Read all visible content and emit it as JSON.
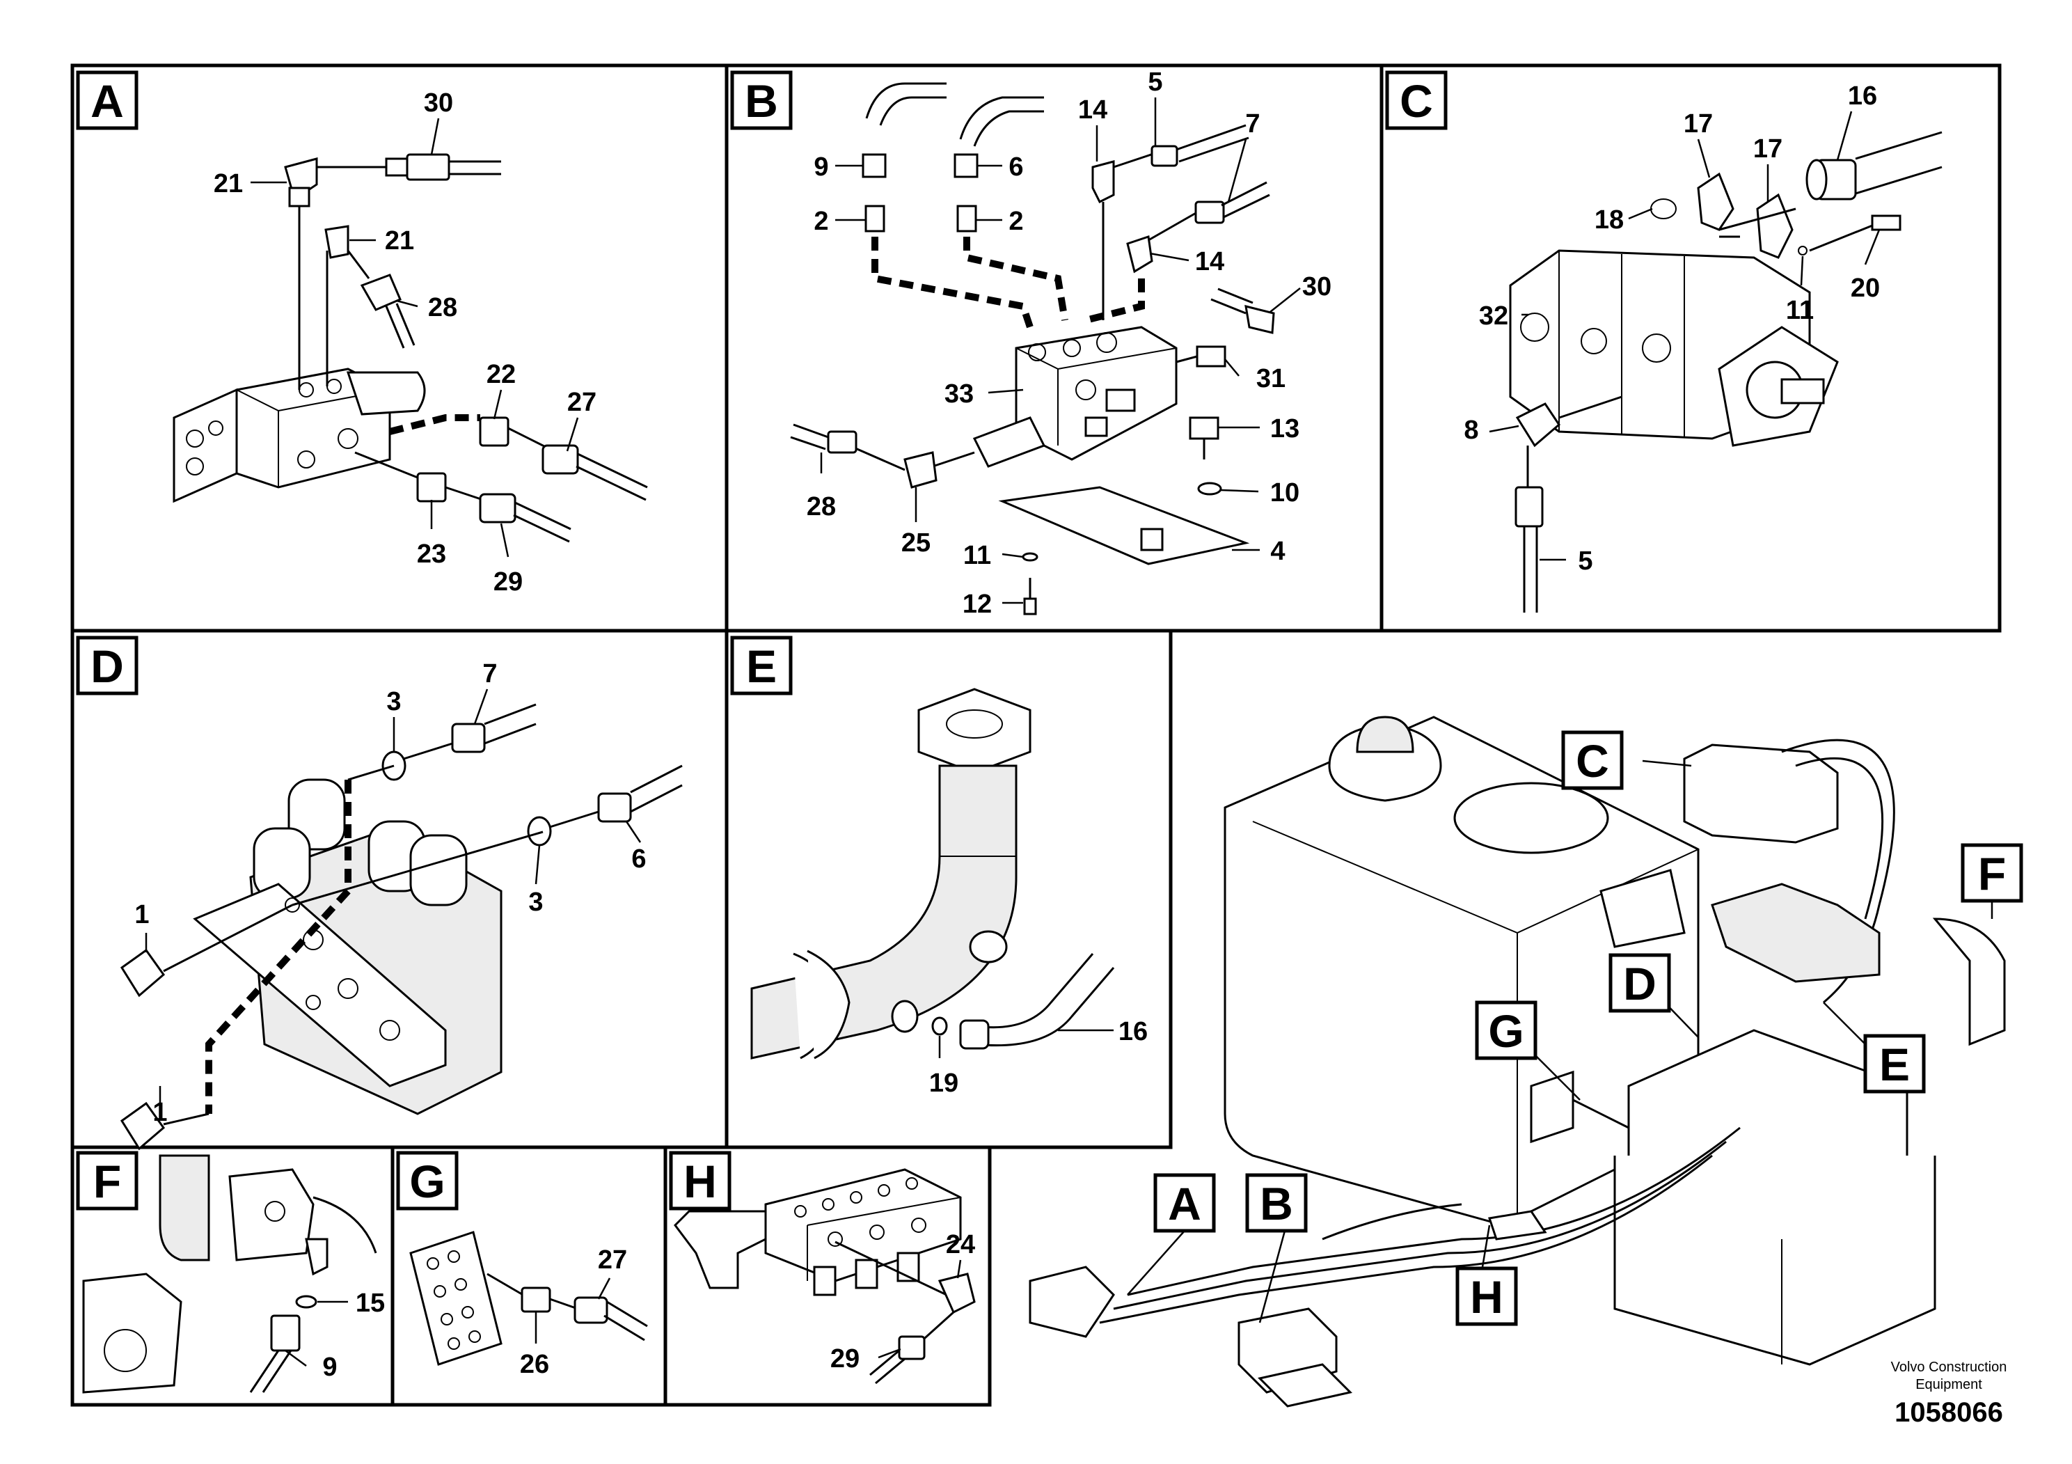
{
  "panels": {
    "A": {
      "letter": "A",
      "callouts": [
        "30",
        "21",
        "21",
        "28",
        "22",
        "27",
        "23",
        "29"
      ]
    },
    "B": {
      "letter": "B",
      "callouts": [
        "5",
        "14",
        "7",
        "9",
        "6",
        "2",
        "2",
        "14",
        "30",
        "33",
        "31",
        "13",
        "10",
        "28",
        "25",
        "11",
        "4",
        "12"
      ]
    },
    "C": {
      "letter": "C",
      "callouts": [
        "16",
        "17",
        "17",
        "18",
        "32",
        "11",
        "20",
        "8",
        "5"
      ]
    },
    "D": {
      "letter": "D",
      "callouts": [
        "7",
        "3",
        "6",
        "3",
        "1",
        "1"
      ]
    },
    "E": {
      "letter": "E",
      "callouts": [
        "16",
        "19"
      ]
    },
    "F": {
      "letter": "F",
      "callouts": [
        "15",
        "9"
      ]
    },
    "G": {
      "letter": "G",
      "callouts": [
        "27",
        "26"
      ]
    },
    "H": {
      "letter": "H",
      "callouts": [
        "24",
        "29"
      ]
    }
  },
  "overview_labels": [
    "C",
    "D",
    "G",
    "E",
    "F",
    "A",
    "B",
    "H"
  ],
  "footer": {
    "company_line1": "Volvo Construction",
    "company_line2": "Equipment",
    "drawing_number": "1058066"
  }
}
